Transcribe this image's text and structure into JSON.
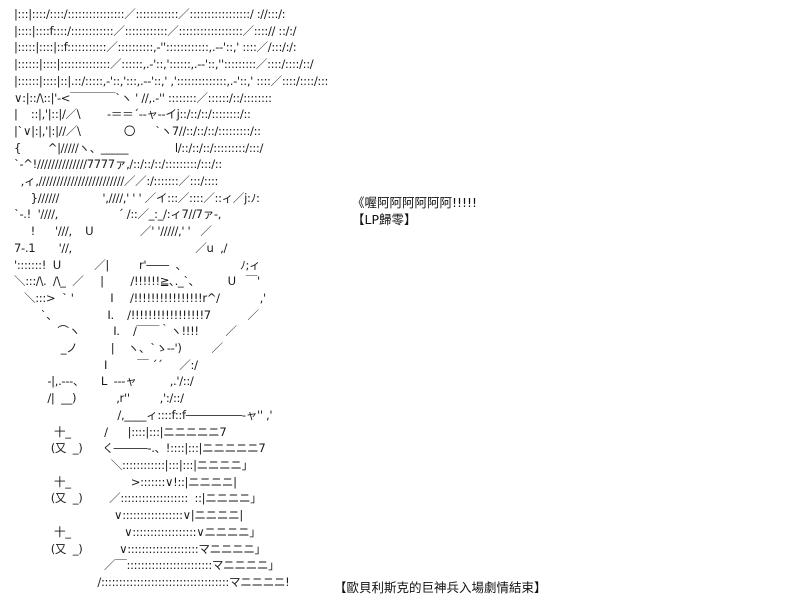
{
  "art": {
    "lines": [
      "|:::|::::/::::/::::::::::::::::／::::::::::::／:::::::::::::::::/ ://:::/:",
      "|::::|::::f::::/::::::::::::／::::::::::::／::::::::::::::::::／::::// ::/:/",
      "|:::::|::::|::f:::::::::::／::::::::::,-''::::::::::::,.--'::,' ::::／/:::/:/:",
      "|::::::|::::|::::::::::::::／::::::,.-'::,'::::::,.--'::,'':::::::::／::::/::::/::/",
      "|::::::|::::|::|.::/:::::,-'::,':::,.--'::,' ,'::::::::::::::,.-'::,' ::::／::::/::::/:::",
      "∨:|::/\\::|'‐<￣￣￣￣`ヽ ' //,.-'' ::::::::／::::::/::/::::::::",
      "|    ::|,'|::|/／\\        ‐＝＝´‐‐ャ‐‐イj::/::/::/::::::::/::",
      "|`∨|:|,'|:|//／\\             〇      `ヽ7//::/::/::/:::::::::/::",
      "{        ^|/////ヽ、_____              l/::/::/::/:::::::::/:::/",
      "`‐^!//////////////7777ァ,/::/::/::/:::::::::/:::/::",
      "  ,ィ,////////////////////////／／:/:::::::／:::/::::",
      "     }//////             ',////,' ' ' ／イ:::／::::／::ィ／j:ﾉ:",
      "`‐.!  '////,                  ´ /::／_:_/:ィ7//7ァ-,",
      "     !      '///,    U              ／' '/////,' '   ／",
      "7‐.1       '//,                                     ／u  ,/",
      "':::::::!  U          ／|         r'――  、                ﾉ;ィ",
      "＼:::/\\.  /\\_  ／     |        /!!!!!!≧､._`､          U   ￣'",
      "   ＼:::>  ` '           I     /!!!!!!!!!!!!!!!!r^/            ,'",
      "        `、               I.    /!!!!!!!!!!!!!!!!!7           ／",
      "             ⌒ヽ          I.    /￣￣｀ヽ!!!!        ／",
      "              _ノ          |    ヽ、`ゝ‐‐')         ／",
      "                           I         ￣ ´´     ／:/",
      "          ‐|,.‐‐‐、     L  ‐‐‐ャ          ,.'/::/",
      "          /|  __)            ,r''         ,':/::/",
      "                               /,____ィ::::f::f―――――‐ャ'' ,'",
      "            十_          /      |::::|:::|ニニニニニ7",
      "           (又  _)      く―――‐.、!::::|:::|ニニニニニ7",
      "                             ＼::::::::::::|:::|:::|ニニニニ」",
      "            十_                  >:::::::∨!::|ニニニニ|",
      "           (又  _)        ／:::::::::::::::::::  ::|ニニニニ」",
      "                              ∨:::::::::::::::::∨|ニニニニ|",
      "            十_                ∨::::::::::::::::::∨ニニニニ」",
      "           (又  _)           ∨::::::::::::::::::::マニニニニ」",
      "                           ／￣::::::::::::::::::::::::マニニニニ」",
      "                         /::::::::::::::::::::::::::::::::::::マニニニニ!"
    ]
  },
  "captions": {
    "exclaim": "《喔阿阿阿阿阿阿!!!!!",
    "lp_return": "【LP歸零】",
    "ending": "【歐貝利斯克的巨神兵入場劇情結束】"
  }
}
